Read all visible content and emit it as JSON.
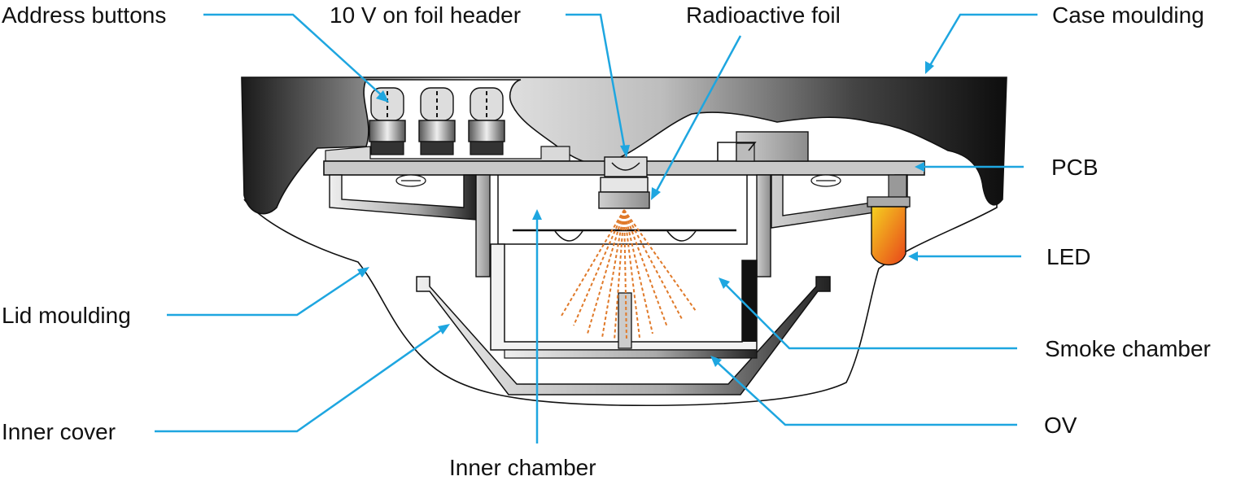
{
  "labels": {
    "address_buttons": "Address buttons",
    "foil_header": "10 V on foil header",
    "radioactive_foil": "Radioactive foil",
    "case_moulding": "Case moulding",
    "pcb": "PCB",
    "led": "LED",
    "lid_moulding": "Lid moulding",
    "smoke_chamber": "Smoke chamber",
    "inner_cover": "Inner cover",
    "ov": "OV",
    "inner_chamber": "Inner chamber"
  },
  "colors": {
    "leader_line": "#1ea6e0",
    "outline": "#111111",
    "led_top": "#f5d020",
    "led_bottom": "#e8441a",
    "particles": "#e07a2a",
    "case_dark": "#111111",
    "case_light": "#e6e6e6"
  }
}
